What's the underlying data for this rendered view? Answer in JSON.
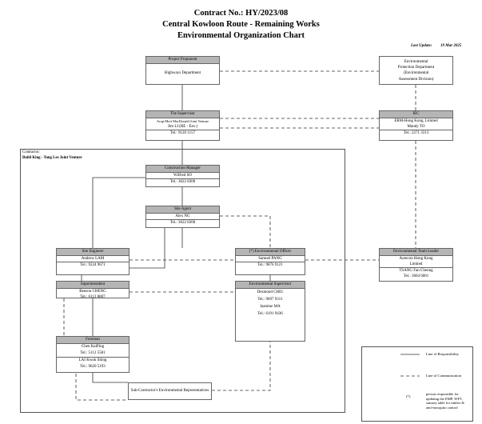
{
  "header": {
    "line1": "Contract No.: HY/2023/08",
    "line2": "Central Kowloon Route - Remaining Works",
    "line3": "Environmental Organization Chart",
    "last_update_label": "Last Update:",
    "last_update_value": "19 Mar 2025"
  },
  "boxes": {
    "proponent": {
      "title": "Project Proponent",
      "lines": [
        "Highways Department"
      ]
    },
    "epd": {
      "lines": [
        "Environmental",
        "Protection Department",
        "(Environmental",
        "Assessment Division)"
      ]
    },
    "supervisor": {
      "title": "The Supervisor",
      "line1": "Arup-Mott MacDonald Joint Venture",
      "line2": "Jim LI (RE - Env.)",
      "line3": "Tel.: 9120 1157"
    },
    "iec": {
      "title": "IEC",
      "line1": "ERM-Hong Kong, Limited",
      "line2": "Mandy TO",
      "line3": "Tel.: 2271 3313"
    },
    "cm": {
      "title": "Construction Manager",
      "line1": "Wilfred SO",
      "line2": "Tel.: 3622 8300"
    },
    "sa": {
      "title": "Site Agent",
      "line1": "Alex NG",
      "line2": "Tel.: 3622 8300"
    },
    "se": {
      "title": "Site Engineer",
      "line1": "Andrew LAM",
      "line2": "Tel.: 9224 9671"
    },
    "eo": {
      "title": "(*) Environmental Officer",
      "line1": "Samuel PANG",
      "line2": "Tel.: 9876 9121"
    },
    "etl": {
      "title": "Environmental Team Leader",
      "line1": "Aurecon Hong Kong",
      "line2": "Limited",
      "line3": "TSANG Fan Cheung",
      "line4": "Tel.: 3664 6001"
    },
    "sup": {
      "title": "Superintendent",
      "line1": "Benson CHENG",
      "line2": "Tel.: 6112 8807"
    },
    "es": {
      "title": "Environmental Supervisor",
      "line1": "Desmond CHIU",
      "line2": "Tel.: 9697 9311",
      "line3": "Jasmine MA",
      "line4": "Tel.: 6191 9436"
    },
    "foreman": {
      "title": "Foreman",
      "line1": "Chen KaiPing",
      "line2": "Tel.: 5112 5581",
      "line3": "LAI Kwok Shing",
      "line4": "Tel.: 9620 5193"
    },
    "sub": {
      "text": "Sub-Contractor's Environmental Representatives"
    }
  },
  "contractor": {
    "label": "Contractor:",
    "name": "Build King - Tung Lee Joint Venture"
  },
  "legend": {
    "responsibility": "Line of Responsibility",
    "communication": "Line of Communication",
    "star": "(*)",
    "star_note": "person responsible for updating the EMP, WFT, sumary table for timber & anti-mosquito control"
  }
}
